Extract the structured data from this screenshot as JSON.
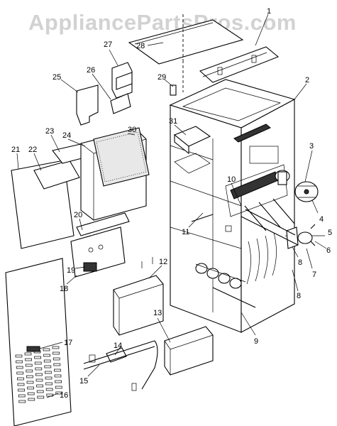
{
  "watermark": "AppliancePartsPros.com",
  "labels": [
    "1",
    "2",
    "3",
    "4",
    "5",
    "6",
    "7",
    "8",
    "8",
    "9",
    "10",
    "11",
    "12",
    "13",
    "14",
    "15",
    "16",
    "17",
    "18",
    "19",
    "20",
    "21",
    "22",
    "23",
    "24",
    "25",
    "26",
    "27",
    "28",
    "29",
    "30",
    "31"
  ],
  "colors": {
    "line": "#000000",
    "background": "#ffffff",
    "watermark": "#d2d2d2"
  }
}
